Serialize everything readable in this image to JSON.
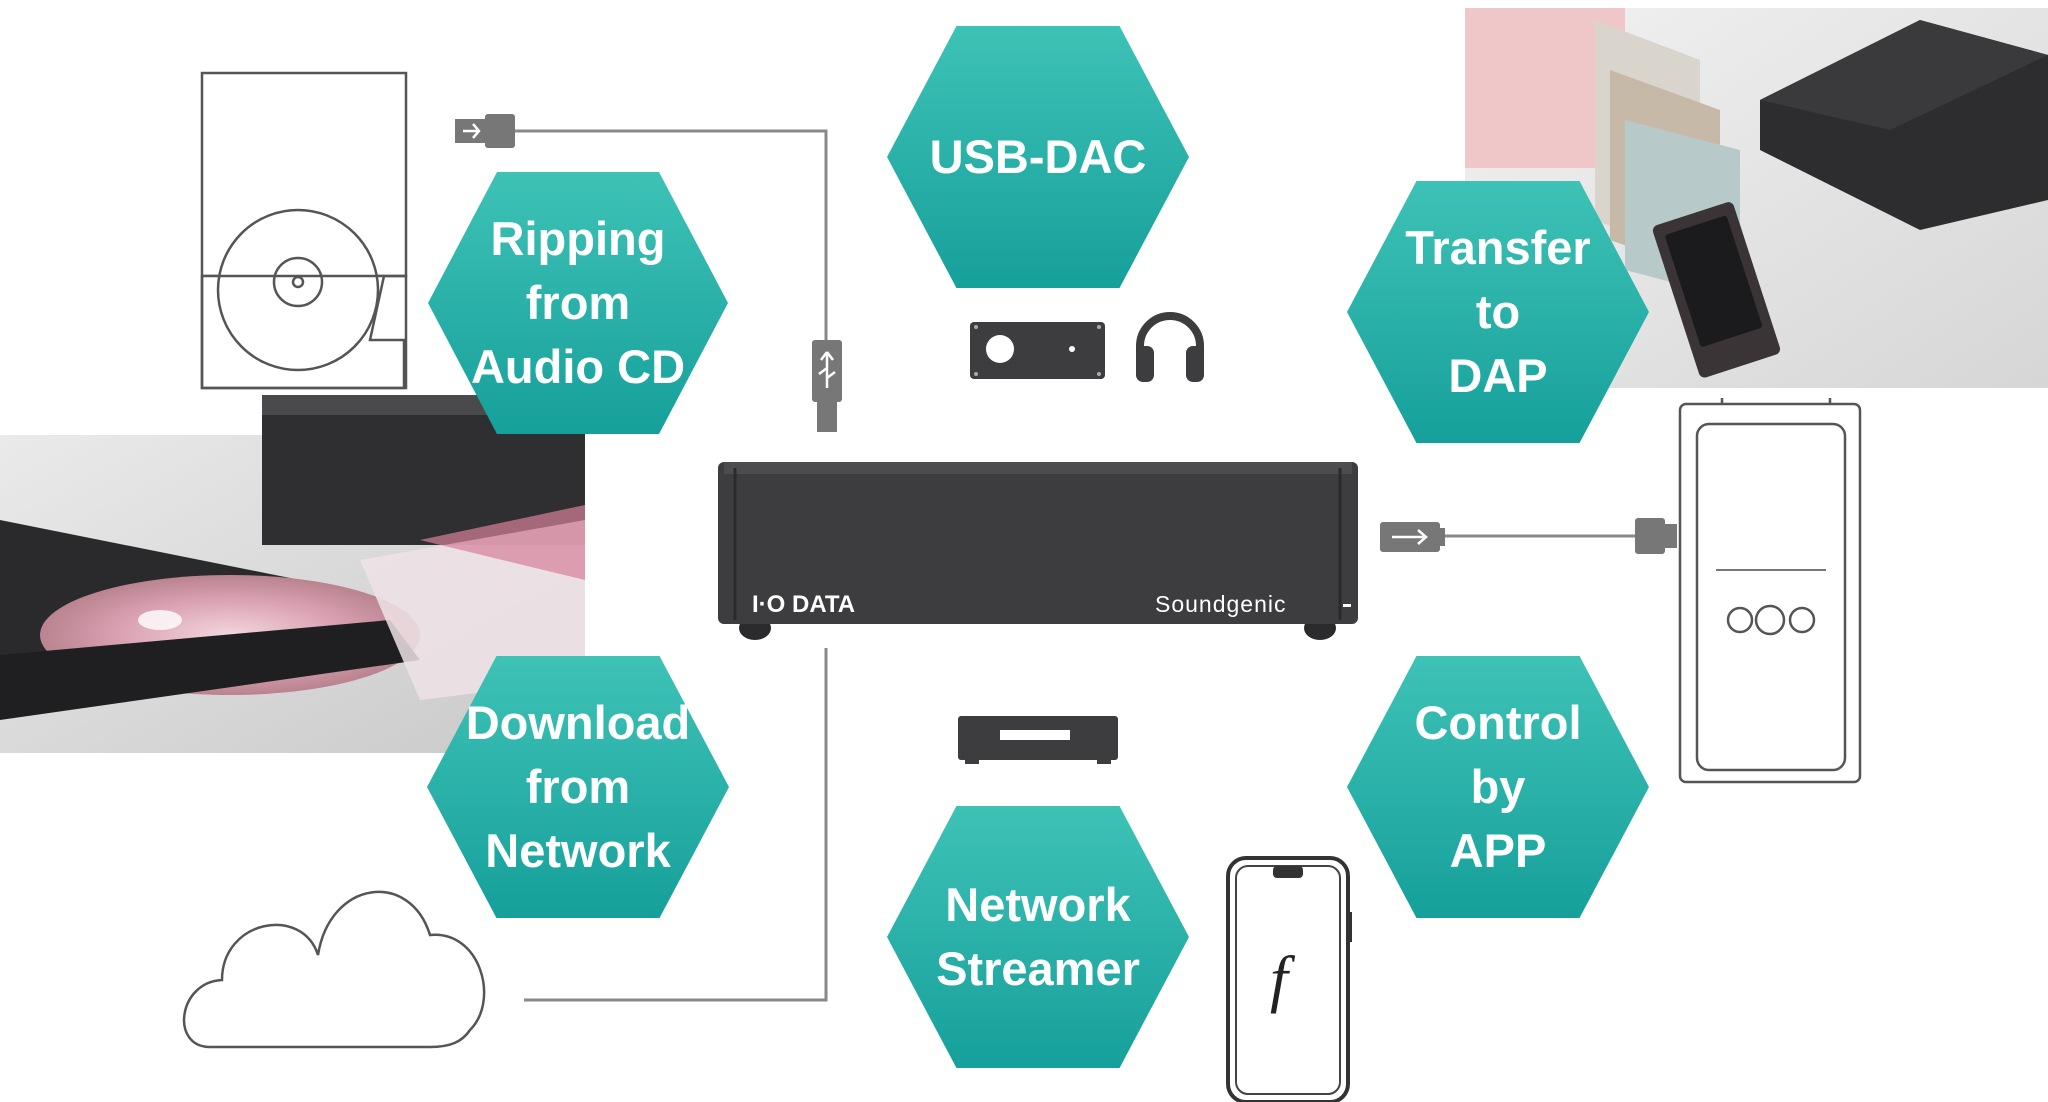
{
  "colors": {
    "hex_top": "#3ec2b6",
    "hex_bottom": "#16a09b",
    "line": "#888888",
    "device": "#3d3d3f",
    "outline": "#555555"
  },
  "hexagons": [
    {
      "id": "ripping",
      "lines": [
        "Ripping",
        "from",
        "Audio CD"
      ]
    },
    {
      "id": "usbdac",
      "lines": [
        "USB-DAC"
      ]
    },
    {
      "id": "transfer",
      "lines": [
        "Transfer",
        "to",
        "DAP"
      ]
    },
    {
      "id": "download",
      "lines": [
        "Download",
        "from",
        "Network"
      ]
    },
    {
      "id": "streamer",
      "lines": [
        "Network",
        "Streamer"
      ]
    },
    {
      "id": "control",
      "lines": [
        "Control",
        "by",
        "APP"
      ]
    }
  ],
  "device": {
    "brand_left": "I·O DATA",
    "brand_right": "Soundgenic"
  },
  "icons": {
    "cd_drive": "optical-drive-outline-icon",
    "usb": "usb-connector-icon",
    "dac": "usb-dac-icon",
    "headphones": "headphones-icon",
    "streamer": "network-streamer-icon",
    "cloud": "cloud-icon",
    "smartphone": "smartphone-icon",
    "dap": "digital-audio-player-icon"
  },
  "app_glyph": "f"
}
